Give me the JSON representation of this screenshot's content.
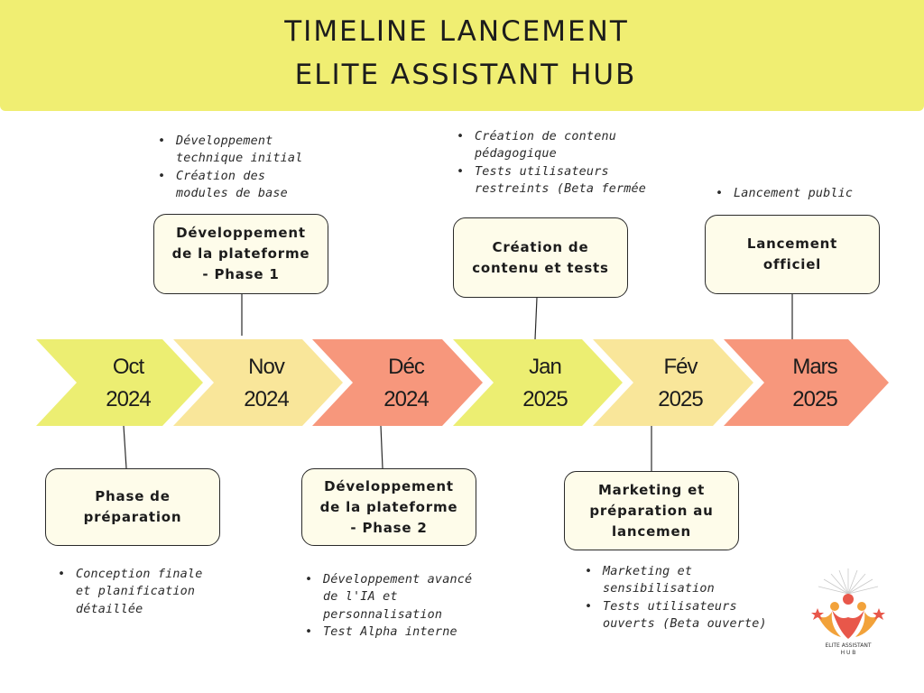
{
  "header": {
    "title_line1": "TIMELINE LANCEMENT",
    "title_line2": "ELITE ASSISTANT HUB"
  },
  "timeline": [
    {
      "month": "Oct",
      "year": "2024",
      "color": "#ecee72"
    },
    {
      "month": "Nov",
      "year": "2024",
      "color": "#f9e69a"
    },
    {
      "month": "Déc",
      "year": "2024",
      "color": "#f7977c"
    },
    {
      "month": "Jan",
      "year": "2025",
      "color": "#ecee72"
    },
    {
      "month": "Fév",
      "year": "2025",
      "color": "#f9e69a"
    },
    {
      "month": "Mars",
      "year": "2025",
      "color": "#f7977c"
    }
  ],
  "phases": {
    "oct": {
      "title": "Phase de\npréparation",
      "notes": [
        "Conception finale\net planification\ndétaillée"
      ]
    },
    "nov": {
      "title": "Développement\nde la plateforme\n- Phase 1",
      "notes": [
        "Développement\ntechnique initial",
        "Création des\nmodules de base"
      ]
    },
    "dec": {
      "title": "Développement\nde la plateforme\n- Phase 2",
      "notes": [
        "Développement avancé\nde l'IA et\npersonnalisation",
        "Test Alpha interne"
      ]
    },
    "jan": {
      "title": "Création de\ncontenu et tests",
      "notes": [
        "Création de contenu\npédagogique",
        "Tests utilisateurs\nrestreints (Beta fermée"
      ]
    },
    "feb": {
      "title": "Marketing et\npréparation au\nlancemen",
      "notes": [
        "Marketing et\nsensibilisation",
        "Tests utilisateurs\nouverts (Beta ouverte)"
      ]
    },
    "mar": {
      "title": "Lancement\nofficiel",
      "notes": [
        "Lancement public"
      ]
    }
  },
  "logo": {
    "line1": "ELITE ASSISTANT",
    "line2": "H U B"
  }
}
